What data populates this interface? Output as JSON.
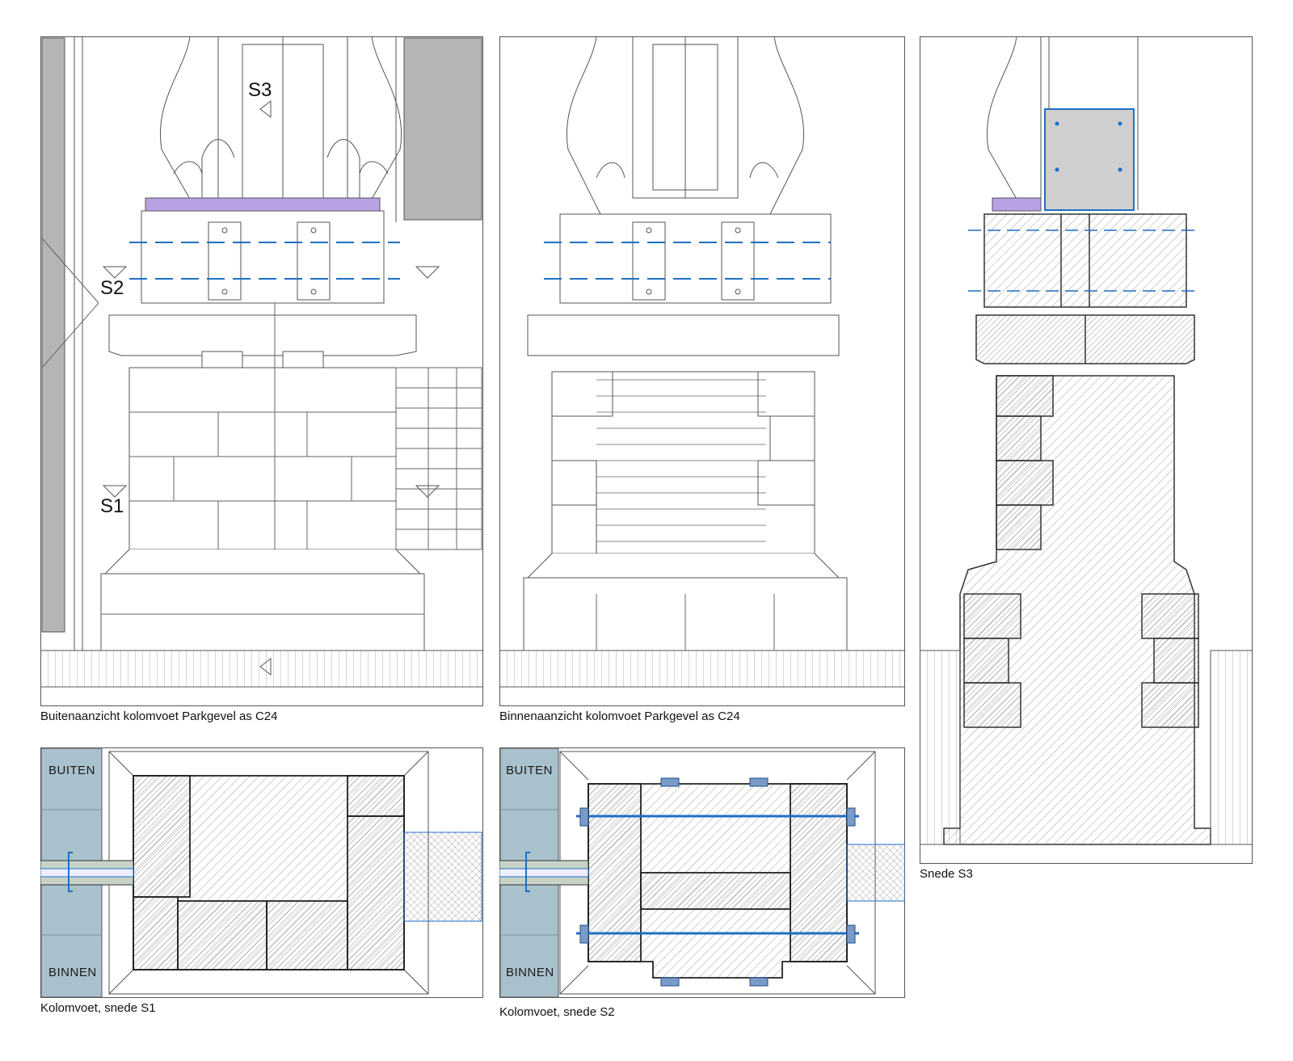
{
  "captions": {
    "outer_view": "Buitenaanzicht kolomvoet Parkgevel as C24",
    "inner_view": "Binnenaanzicht kolomvoet Parkgevel as C24",
    "section_s3": "Snede S3",
    "section_s1": "Kolomvoet, snede S1",
    "section_s2": "Kolomvoet, snede S2"
  },
  "section_markers": {
    "s1": "S1",
    "s2": "S2",
    "s3": "S3"
  },
  "side_labels": {
    "outside": "BUITEN",
    "inside": "BINNEN"
  },
  "colors": {
    "line": "#4a4a4a",
    "anchor_blue": "#1f6fc6",
    "glazing_gray": "#b5b5b5",
    "steel_plate": "#cfcfcf",
    "facade_wall": "#a9c1cc",
    "purple_band": "#b8a2e3"
  }
}
